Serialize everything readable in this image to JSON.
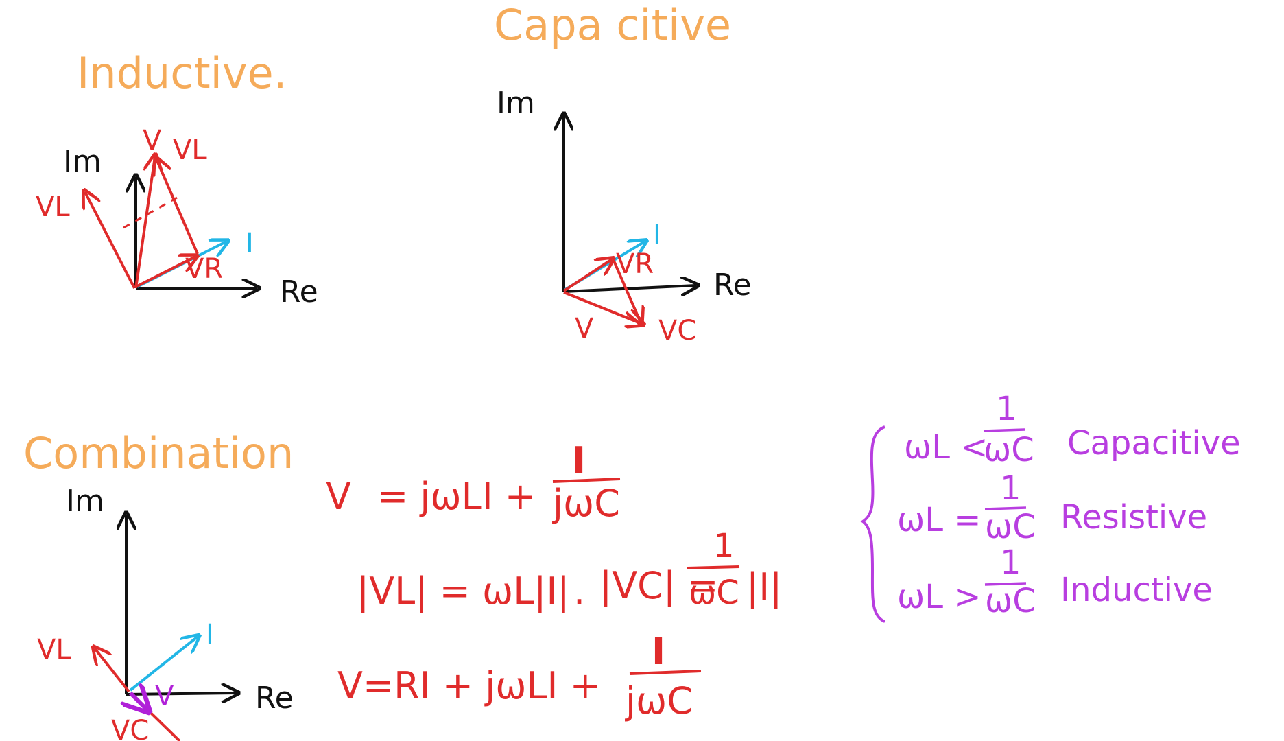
{
  "colors": {
    "orange": "#f5ab5a",
    "red": "#e02b2b",
    "cyan": "#22b6e6",
    "black": "#111111",
    "purple": "#b83ee0",
    "magenta": "#b020d8"
  },
  "inductive": {
    "title": "Inductive.",
    "im": "Im",
    "re": "Re",
    "v": "V",
    "vl_top": "VL",
    "vl_left": "VL",
    "i": "I",
    "vr": "VR"
  },
  "capacitive": {
    "title": "Capa citive",
    "im": "Im",
    "re": "Re",
    "i": "I",
    "vr": "VR",
    "v": "V",
    "vc": "VC"
  },
  "combination": {
    "title": "Combination",
    "im": "Im",
    "re": "Re",
    "vl": "VL",
    "i": "I",
    "v": "V",
    "vc": "VC"
  },
  "equations": {
    "eq1_lhs": "V",
    "eq1_mid": "= jωLI +",
    "eq1_num": "I",
    "eq1_den": "jωC",
    "eq2_left": "|VL| = ωL|I|",
    "eq2_sep": ".",
    "eq2_mid": "|VC| =",
    "eq2_num": "1",
    "eq2_den": "ωC",
    "eq2_tail": "|I|",
    "eq3_main": "V=RI + jωLI +",
    "eq3_num": "I",
    "eq3_den": "jωC"
  },
  "conditions": [
    {
      "lhs": "ωL <",
      "num": "1",
      "den": "ωC",
      "label": "Capacitive"
    },
    {
      "lhs": "ωL =",
      "num": "1",
      "den": "ωC",
      "label": "Resistive"
    },
    {
      "lhs": "ωL >",
      "num": "1",
      "den": "ωC",
      "label": "Inductive"
    }
  ]
}
